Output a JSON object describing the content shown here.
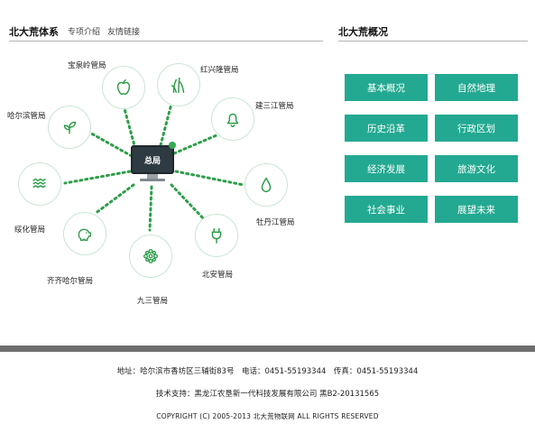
{
  "left_header": {
    "title": "北大荒体系",
    "tabs": [
      "专项介绍",
      "友情链接"
    ]
  },
  "right_header": {
    "title": "北大荒概况"
  },
  "diagram": {
    "hub_label": "总局",
    "nodes": [
      {
        "label": "宝泉岭管局",
        "icon": "apple-icon"
      },
      {
        "label": "红兴隆管局",
        "icon": "grass-icon"
      },
      {
        "label": "建三江管局",
        "icon": "bell-icon"
      },
      {
        "label": "牡丹江管局",
        "icon": "water-drop-icon"
      },
      {
        "label": "北安管局",
        "icon": "plug-icon"
      },
      {
        "label": "九三管局",
        "icon": "flower-icon"
      },
      {
        "label": "齐齐哈尔管局",
        "icon": "piggy-bank-icon"
      },
      {
        "label": "绥化管局",
        "icon": "waves-icon"
      },
      {
        "label": "哈尔滨管局",
        "icon": "leaf-icon"
      }
    ]
  },
  "overview_buttons": [
    "基本概况",
    "自然地理",
    "历史沿革",
    "行政区划",
    "经济发展",
    "旅游文化",
    "社会事业",
    "展望未来"
  ],
  "colors": {
    "accent": "#23a991",
    "dots": "#2e9e4a",
    "footer_bar": "#6e6e6e"
  },
  "footer": {
    "line1": "地址：哈尔滨市香坊区三辅街83号　电话：0451-55193344　传真：0451-55193344",
    "line2": "技术支持：黑龙江农垦新一代科技发展有限公司 黑B2-20131565",
    "line3": "COPYRIGHT (C) 2005-2013 北大荒物联网 ALL RIGHTS RESERVED"
  }
}
